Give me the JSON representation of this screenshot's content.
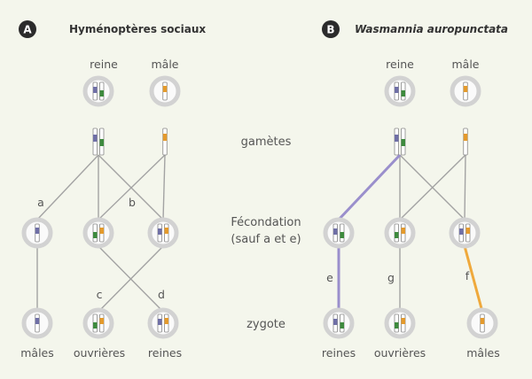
{
  "panels": {
    "a": {
      "badge": "A",
      "title": "Hyménoptères sociaux"
    },
    "b": {
      "badge": "B",
      "title": "Wasmannia auropunctata"
    }
  },
  "parents": {
    "queen": "reine",
    "male": "mâle"
  },
  "middle": {
    "gametes": "gamètes",
    "fecondation": "Fécondation",
    "fecondation_note": "(sauf a et e)",
    "zygote": "zygote"
  },
  "panel_a_labels": {
    "a": "a",
    "b": "b",
    "c": "c",
    "d": "d",
    "males": "mâles",
    "workers": "ouvrières",
    "queens": "reines"
  },
  "panel_b_labels": {
    "e": "e",
    "g": "g",
    "f": "f",
    "queens": "reines",
    "workers": "ouvrières",
    "males": "mâles"
  },
  "colors": {
    "background": "#f4f6ec",
    "line": "#a3a3a3",
    "highlight_purple": "#9a8fcc",
    "highlight_orange": "#efa93c",
    "chrom_blue": "#6f6fa6",
    "chrom_green": "#3d8a3d",
    "chrom_orange": "#e49a2c",
    "cell_ring": "#d2d2d2",
    "badge": "#2b2b2b"
  }
}
